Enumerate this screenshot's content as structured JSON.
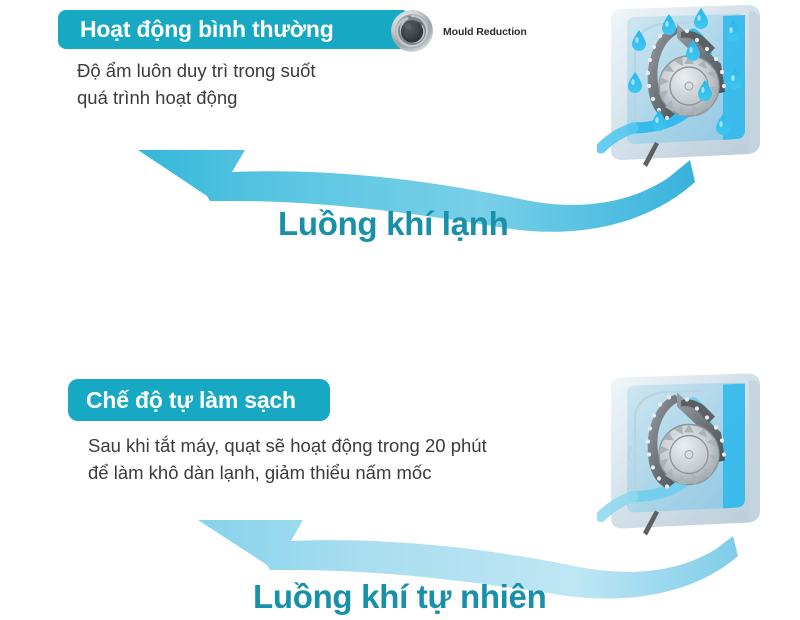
{
  "page": {
    "title": "Mould Reduction / Self-clean air conditioner infographic",
    "background_color": "#ffffff",
    "accent_teal": "#17a8c4",
    "label_teal": "#1890a9",
    "body_text_color": "#3b3b3b",
    "droplet_blue": "#1fb6ea"
  },
  "sections": [
    {
      "id": "normal-operation",
      "banner_label": "Hoạt động bình thường",
      "body_text": "Độ ẩm luôn duy trì trong suốt\nquá trình hoạt động",
      "flow_label": "Luồng khí lạnh",
      "badge": {
        "icon": "mould-reduction-swirl-icon",
        "label": "Mould Reduction"
      },
      "unit": {
        "icon": "air-conditioner-cutaway-icon",
        "has_droplets": true,
        "droplet_count": 10
      },
      "arrow": {
        "icon": "curved-left-arrow-icon",
        "tone": "strong"
      }
    },
    {
      "id": "self-clean-mode",
      "banner_label": "Chế độ tự làm sạch",
      "body_text": "Sau khi tắt máy, quạt sẽ hoạt động trong 20 phút\nđể làm khô dàn lạnh, giảm thiểu nấm mốc",
      "flow_label": "Luồng khí tự nhiên",
      "unit": {
        "icon": "air-conditioner-cutaway-icon",
        "has_droplets": false,
        "droplet_count": 0
      },
      "arrow": {
        "icon": "curved-left-arrow-icon",
        "tone": "light"
      }
    }
  ]
}
